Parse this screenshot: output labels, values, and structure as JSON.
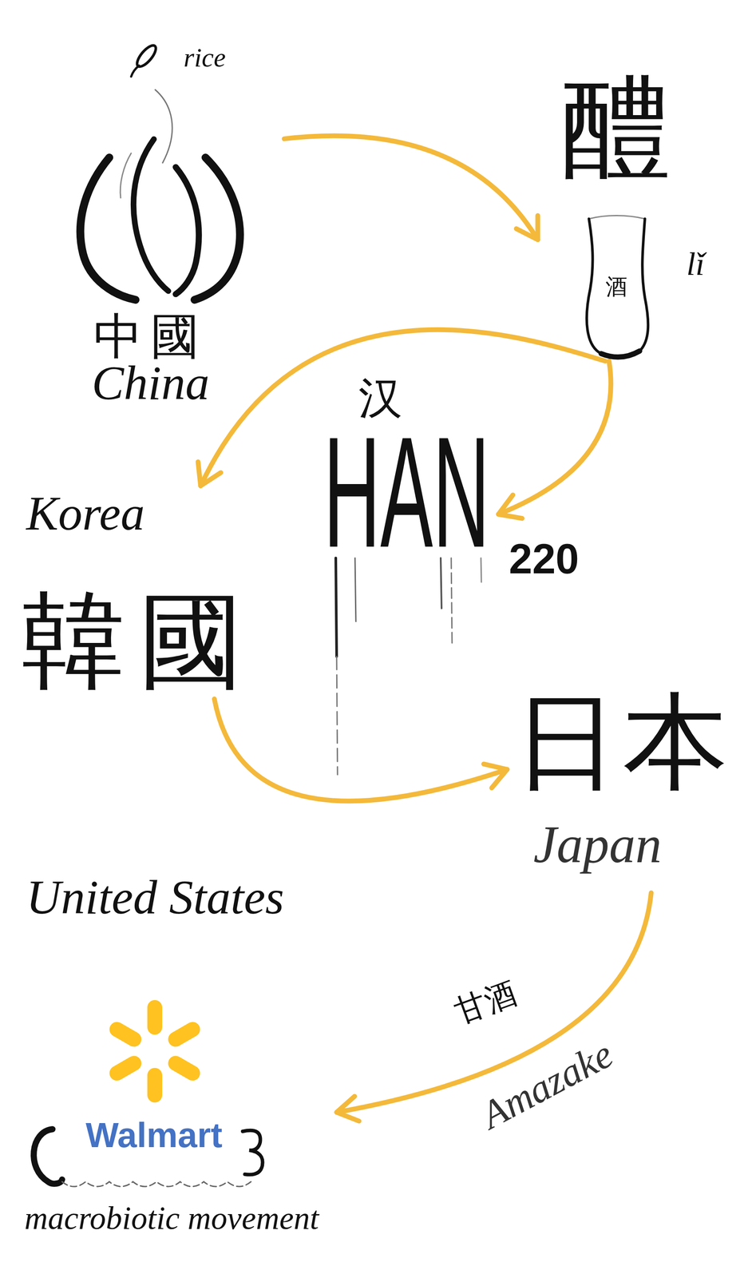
{
  "diagram": {
    "nodes": [
      {
        "text": [
          "中國",
          "China"
        ]
      },
      {
        "text": [
          "醴",
          "lǐ"
        ]
      },
      {
        "text": [
          "酒"
        ],
        "in": 1
      },
      {
        "text": [
          "汉",
          "HAN"
        ]
      },
      {
        "text": [
          "Korea",
          "韓國"
        ]
      },
      {
        "text": [
          "日本",
          "Japan"
        ]
      },
      {
        "text": [
          "Walmart",
          "macrobiotic movement"
        ]
      }
    ],
    "edges": [
      {
        "from": 0,
        "to": 1,
        "arrow": "to"
      },
      {
        "from": 2,
        "to": 3,
        "arrow": "to"
      },
      {
        "from": 2,
        "to": 4,
        "arrow": "to"
      },
      {
        "from": 4,
        "to": 5,
        "arrow": "to"
      },
      {
        "from": 5,
        "to": 6,
        "arrow": "to",
        "label": "Amazake"
      }
    ],
    "labels": [
      "rice",
      "220",
      "United States",
      "甘酒"
    ]
  }
}
